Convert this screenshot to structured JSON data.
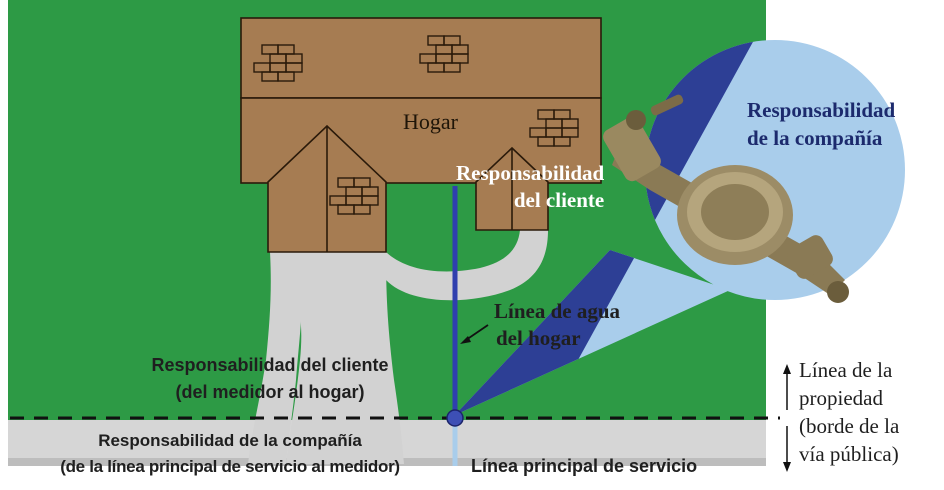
{
  "labels": {
    "home": "Hogar",
    "customer_resp_top_line1": "Responsabilidad",
    "customer_resp_top_line2": "del cliente",
    "company_resp_top_line1": "Responsabilidad",
    "company_resp_top_line2": "de la compañía",
    "home_water_line_line1": "Línea de agua",
    "home_water_line_line2": "del hogar",
    "customer_resp_line1": "Responsabilidad del cliente",
    "customer_resp_line2": "(del medidor al hogar)",
    "company_resp_line1": "Responsabilidad de la compañía",
    "company_resp_line2": "(de la línea principal de servicio al medidor)",
    "main_service_line": "Línea principal de servicio",
    "property_line_1": "Línea de la",
    "property_line_2": "propiedad",
    "property_line_3": "(borde de la",
    "property_line_4": "vía pública)"
  },
  "colors": {
    "lawn": "#2d9a45",
    "house": "#a67c52",
    "path": "#d2d2d2",
    "water_line": "#2f3fae",
    "bubble_light": "#a9cdeb",
    "bubble_dark": "#2d3f95",
    "main_line": "#c9c9c9"
  },
  "icons": {
    "meter": "water-meter-icon",
    "bricks": "brick-icon"
  }
}
